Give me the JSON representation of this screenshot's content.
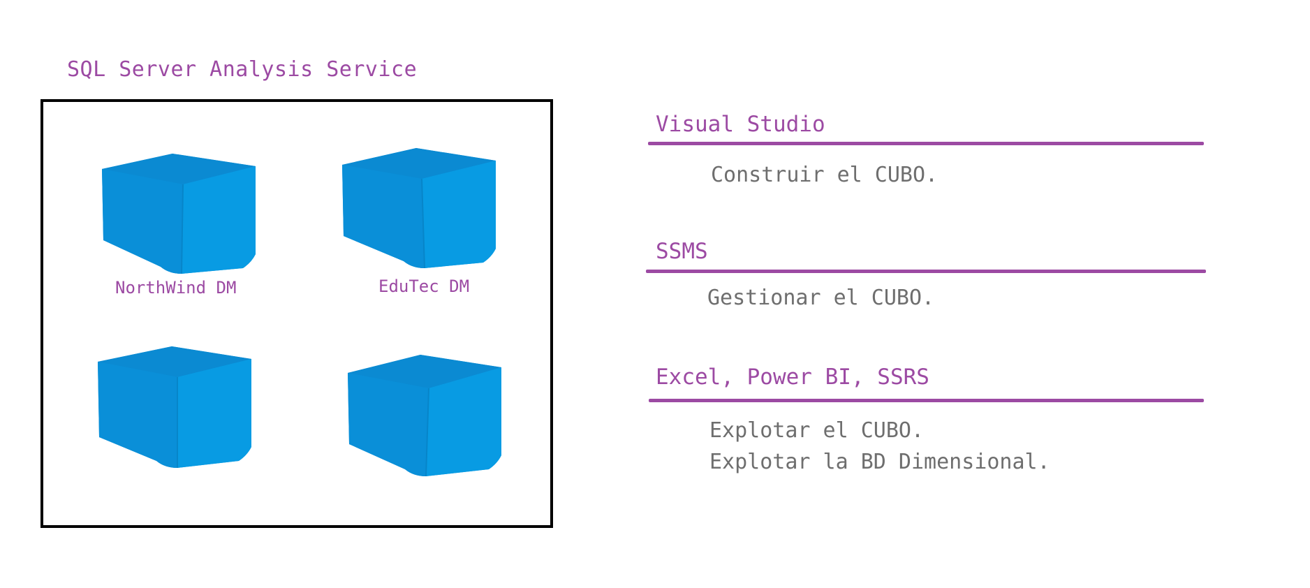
{
  "colors": {
    "accent": "#9c4aa3",
    "cube": "#0a94dc",
    "text": "#6e6e6e",
    "border": "#000000"
  },
  "server": {
    "title": "SQL Server Analysis Service",
    "cubes": [
      {
        "label": "NorthWind DM",
        "icon": "cube-icon"
      },
      {
        "label": "EduTec DM",
        "icon": "cube-icon"
      },
      {
        "label": "",
        "icon": "cube-icon"
      },
      {
        "label": "",
        "icon": "cube-icon"
      }
    ]
  },
  "tools": [
    {
      "title": "Visual Studio",
      "lines": [
        "Construir el CUBO."
      ]
    },
    {
      "title": "SSMS",
      "lines": [
        "Gestionar el CUBO."
      ]
    },
    {
      "title": "Excel, Power BI, SSRS",
      "lines": [
        "Explotar el CUBO.",
        "Explotar la BD Dimensional."
      ]
    }
  ]
}
